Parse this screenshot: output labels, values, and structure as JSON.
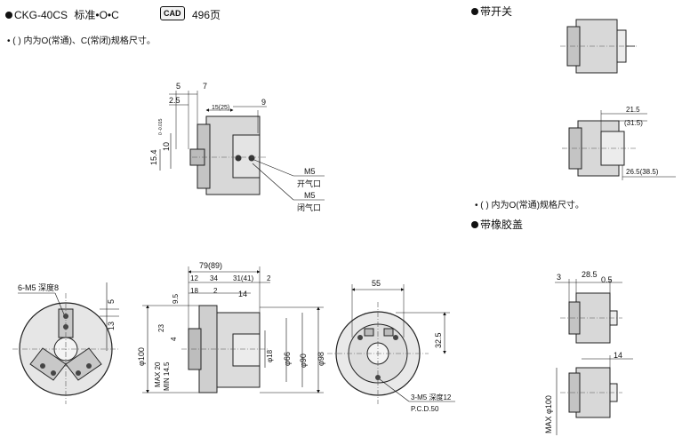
{
  "header": {
    "model": "CKG-40CS",
    "standard": "标准•O•C",
    "cad_label": "CAD",
    "page_ref": "496页",
    "note_main": "• ( ) 内为O(常通)、C(常闭)规格尺寸。"
  },
  "sections": {
    "switch_title": "带开关",
    "switch_note": "• ( ) 内为O(常通)规格尺寸。",
    "cover_title": "带橡胶盖"
  },
  "top_view": {
    "dim_5": "5",
    "dim_7": "7",
    "dim_2_5": "2.5",
    "dim_15": "15(25)",
    "dim_9": "9",
    "dim_15_4": "15.4",
    "dim_10": "10",
    "tol_10": "0\n-0.015",
    "port_open_size": "M5",
    "port_open": "开气口",
    "port_close_size": "M5",
    "port_close": "闭气口"
  },
  "front_view": {
    "tap": "6-M5 深度8",
    "dim_5": "5",
    "dim_13": "13"
  },
  "side_view": {
    "dim_79": "79(89)",
    "dim_12": "12",
    "dim_34": "34",
    "dim_31": "31(41)",
    "dim_2": "2",
    "dim_18": "18",
    "dim_2b": "2",
    "dim_14": "14",
    "dim_9_5": "9.5",
    "dim_23": "23",
    "dim_4": "4",
    "phi100": "φ100",
    "max20": "MAX 20",
    "min14_5": "MIN 14.5",
    "phi18": "φ18",
    "phi66": "φ66",
    "phi90": "φ90",
    "phi98": "φ98"
  },
  "rear_view": {
    "dim_55": "55",
    "dim_32_5": "32.5",
    "tap": "3-M5 深度12",
    "pcd": "P.C.D.50"
  },
  "switch_view": {
    "dim_21_5": "21.5",
    "dim_31_5": "(31.5)",
    "dim_26_5": "26.5(38.5)"
  },
  "cover_view": {
    "dim_3": "3",
    "dim_28_5": "28.5",
    "dim_0_5": "0.5",
    "dim_14": "14",
    "max_phi100": "MAX φ100"
  }
}
